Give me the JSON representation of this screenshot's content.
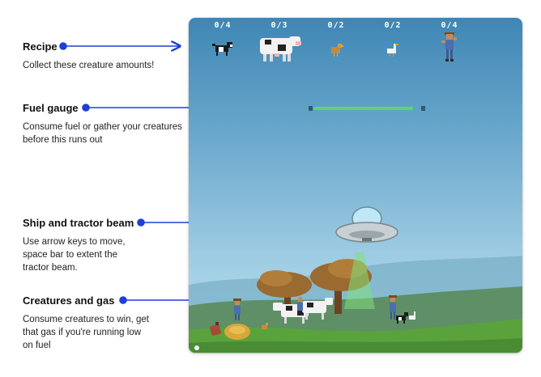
{
  "callouts": {
    "recipe": {
      "title": "Recipe",
      "desc": "Collect these creature amounts!"
    },
    "fuel": {
      "title": "Fuel gauge",
      "desc": "Consume fuel or gather your creatures before this runs out"
    },
    "ship": {
      "title": "Ship and tractor beam",
      "desc": "Use arrow keys to move, space bar to extent the tractor beam."
    },
    "creatures": {
      "title": "Creatures and gas",
      "desc": "Consume creatures to win, get that gas if you're running low on fuel"
    }
  },
  "recipe": [
    {
      "count": "0/4",
      "creature": "dog-icon"
    },
    {
      "count": "0/3",
      "creature": "cow-icon"
    },
    {
      "count": "0/2",
      "creature": "chicken-icon"
    },
    {
      "count": "0/2",
      "creature": "goose-icon"
    },
    {
      "count": "0/4",
      "creature": "farmer-icon"
    }
  ],
  "fuel_level": 0.93,
  "colors": {
    "accent": "#1f3fd8",
    "fuel": "#5cd66b",
    "sky": "#3f86b5",
    "grass": "#5aa33c"
  }
}
